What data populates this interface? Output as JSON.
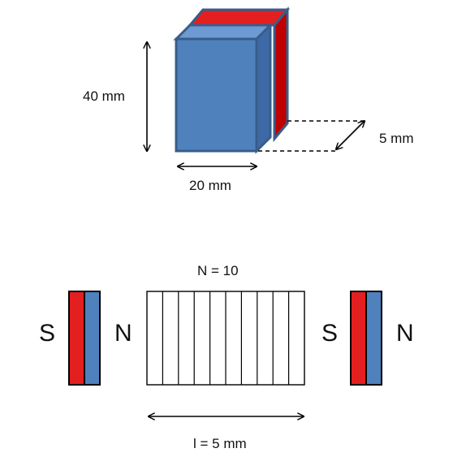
{
  "magnet_3d": {
    "height_label": "40 mm",
    "width_label": "20 mm",
    "depth_label": "5 mm",
    "colors": {
      "front_face": "#4f81bd",
      "top_face": "#6e9ad3",
      "side_face": "#3d6aa6",
      "back_red": "#e41f1f",
      "outline": "#385d8a",
      "dark_red": "#c00000"
    }
  },
  "coil_setup": {
    "turns_label": "N = 10",
    "length_label": "l = 5 mm",
    "turn_count": 10,
    "left_magnet": {
      "pole_left": "S",
      "pole_right": "N"
    },
    "right_magnet": {
      "pole_left": "S",
      "pole_right": "N"
    },
    "colors": {
      "south": "#e41f1f",
      "north": "#4f81bd",
      "border": "#000000"
    }
  }
}
